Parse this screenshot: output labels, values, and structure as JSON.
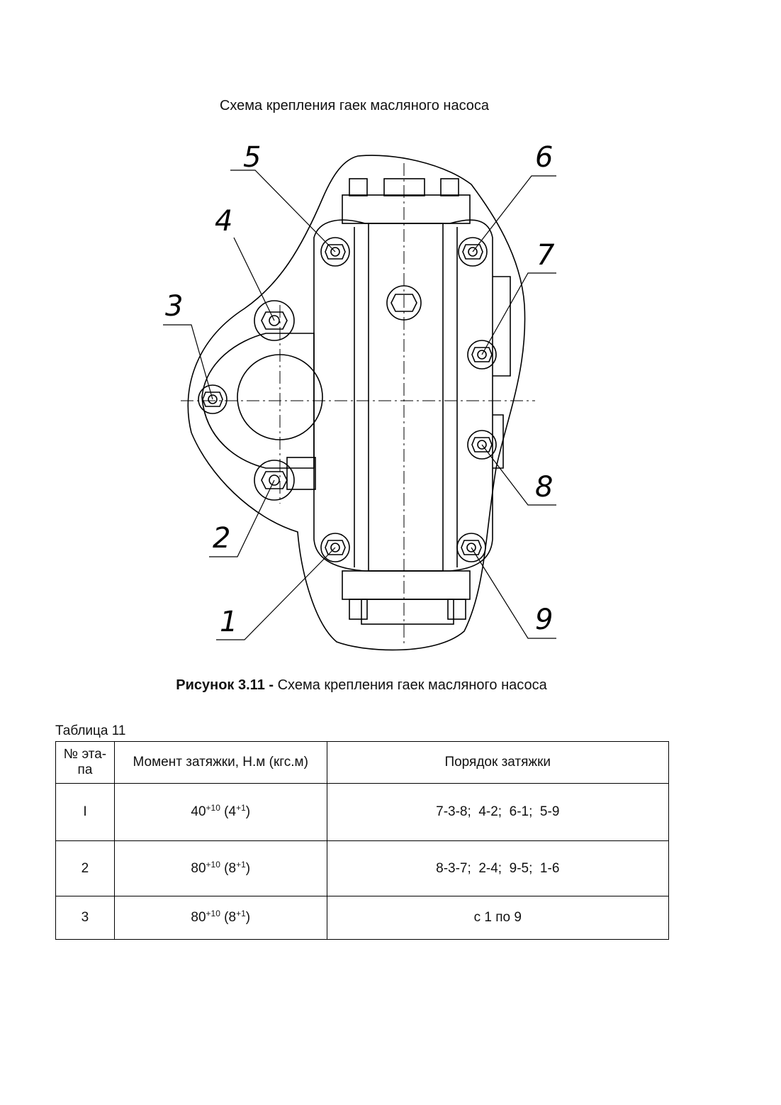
{
  "heading": "Схема крепления гаек масляного насоса",
  "figure": {
    "caption_prefix": "Рисунок 3.11 -",
    "caption_text": " Схема крепления гаек масляного насоса",
    "bolt_labels": [
      "1",
      "2",
      "3",
      "4",
      "5",
      "6",
      "7",
      "8",
      "9"
    ]
  },
  "table": {
    "label": "Таблица 11",
    "headers": [
      "№ эта-па",
      "Момент затяжки, Н.м (кгс.м)",
      "Порядок затяжки"
    ],
    "rows": [
      {
        "stage": "I",
        "torque_base": "40",
        "torque_tol": "+10",
        "torque_kgf": "4",
        "torque_kgf_tol": "+1",
        "order": "7-3-8;  4-2;  6-1;  5-9"
      },
      {
        "stage": "2",
        "torque_base": "80",
        "torque_tol": "+10",
        "torque_kgf": "8",
        "torque_kgf_tol": "+1",
        "order": "8-3-7;  2-4;  9-5;  1-6"
      },
      {
        "stage": "3",
        "torque_base": "80",
        "torque_tol": "+10",
        "torque_kgf": "8",
        "torque_kgf_tol": "+1",
        "order": "с 1 по 9"
      }
    ]
  }
}
